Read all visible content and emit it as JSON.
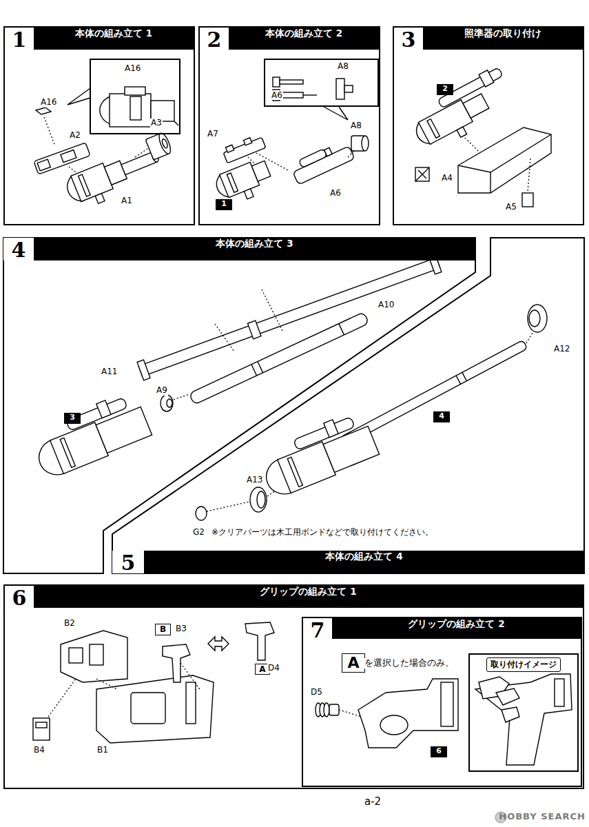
{
  "diagram": {
    "nodes": [
      {
        "text": [
          "1",
          "本体の組み立て 1"
        ]
      },
      {
        "text": [
          "A16"
        ],
        "in": 0
      },
      {
        "text": [
          "2",
          "本体の組み立て 2"
        ]
      },
      {
        "text": [
          "A6",
          "A8"
        ],
        "in": 2
      },
      {
        "text": [
          "1"
        ],
        "in": 2
      },
      {
        "text": [
          "3",
          "照準器の取り付け"
        ]
      },
      {
        "text": [
          "2"
        ],
        "in": 5
      },
      {
        "text": [
          "4",
          "本体の組み立て 3"
        ]
      },
      {
        "text": [
          "3"
        ],
        "in": 7
      },
      {
        "text": [
          "5",
          "本体の組み立て 4"
        ]
      },
      {
        "text": [
          "4"
        ],
        "in": 9
      },
      {
        "text": [
          "6",
          "グリップの組み立て 1"
        ]
      },
      {
        "text": [
          "B"
        ],
        "in": 11
      },
      {
        "text": [
          "A"
        ],
        "in": 11
      },
      {
        "text": [
          "7",
          "グリップの組み立て 2"
        ],
        "in": 11
      },
      {
        "text": [
          "A"
        ],
        "in": 14
      },
      {
        "text": [
          "取り付けイメージ"
        ],
        "in": 14
      },
      {
        "text": [
          "6"
        ],
        "in": 14
      }
    ],
    "labels": [
      "A16",
      "A3",
      "A2",
      "A1",
      "A7",
      "A8",
      "A6",
      "A4",
      "A5",
      "A10",
      "A11",
      "A9",
      "A12",
      "A13",
      "G2",
      "※クリアパーツは木工用ボンドなどで取り付けてください。",
      "B3",
      "D4",
      "B2",
      "B4",
      "B1",
      "D5",
      "を選択した場合のみ。",
      "a-2",
      "HOBBY SEARCH"
    ]
  }
}
